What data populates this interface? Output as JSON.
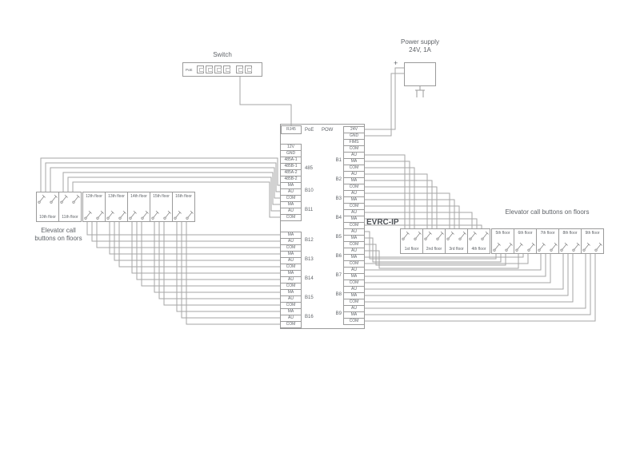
{
  "page": {
    "background": "#ffffff"
  },
  "switch": {
    "label": "Switch",
    "poe_label": "PoE",
    "port_count": 6
  },
  "power_supply": {
    "label": "Power supply",
    "sublabel": "24V, 1A",
    "polarity_plus": "+"
  },
  "controller": {
    "name": "EVRC-IP",
    "header_rj45": "RJ45",
    "header_poe": "PoE",
    "header_pow": "POW",
    "left_upper_groups": [
      {
        "label": "",
        "terminals": [
          "12V",
          "GND"
        ]
      },
      {
        "label": "485",
        "terminals": [
          "485A-1",
          "485B-1",
          "485A-2",
          "485B-2"
        ]
      },
      {
        "label": "B10",
        "terminals": [
          "MA",
          "AU",
          "COM"
        ]
      },
      {
        "label": "B11",
        "terminals": [
          "MA",
          "AU",
          "COM"
        ]
      }
    ],
    "left_lower_groups": [
      {
        "label": "B12",
        "terminals": [
          "MA",
          "AU",
          "COM"
        ]
      },
      {
        "label": "B13",
        "terminals": [
          "MA",
          "AU",
          "COM"
        ]
      },
      {
        "label": "B14",
        "terminals": [
          "MA",
          "AU",
          "COM"
        ]
      },
      {
        "label": "B15",
        "terminals": [
          "MA",
          "AU",
          "COM"
        ]
      },
      {
        "label": "B16",
        "terminals": [
          "MA",
          "AU",
          "COM"
        ]
      }
    ],
    "right_groups": [
      {
        "label": "",
        "terminals": [
          "24V",
          "GND",
          "FIMS",
          "COM"
        ]
      },
      {
        "label": "B1",
        "terminals": [
          "AU",
          "MA",
          "COM"
        ]
      },
      {
        "label": "B2",
        "terminals": [
          "AU",
          "MA",
          "COM"
        ]
      },
      {
        "label": "B3",
        "terminals": [
          "AU",
          "MA",
          "COM"
        ]
      },
      {
        "label": "B4",
        "terminals": [
          "AU",
          "MA",
          "COM"
        ]
      },
      {
        "label": "B5",
        "terminals": [
          "AU",
          "MA",
          "COM"
        ]
      },
      {
        "label": "B6",
        "terminals": [
          "AU",
          "MA",
          "COM"
        ]
      },
      {
        "label": "B7",
        "terminals": [
          "AU",
          "MA",
          "COM"
        ]
      },
      {
        "label": "B8",
        "terminals": [
          "AU",
          "MA",
          "COM"
        ]
      },
      {
        "label": "B9",
        "terminals": [
          "AU",
          "MA",
          "COM"
        ]
      }
    ]
  },
  "left_floors": {
    "caption": "Elevator call buttons on floors",
    "bottom_labeled": [
      "10th floor",
      "11th floor"
    ],
    "top_labeled": [
      "12th floor",
      "13th floor",
      "14th floor",
      "15th floor",
      "16th floor"
    ]
  },
  "right_floors": {
    "caption": "Elevator call buttons on floors",
    "bottom_labeled": [
      "1st floor",
      "2nd floor",
      "3rd floor",
      "4th floor"
    ],
    "top_labeled": [
      "5th floor",
      "6th floor",
      "7th floor",
      "8th floor",
      "9th floor"
    ]
  },
  "colors": {
    "wire": "#a6a6a6",
    "border": "#9b9b9b",
    "text": "#5f6368"
  }
}
